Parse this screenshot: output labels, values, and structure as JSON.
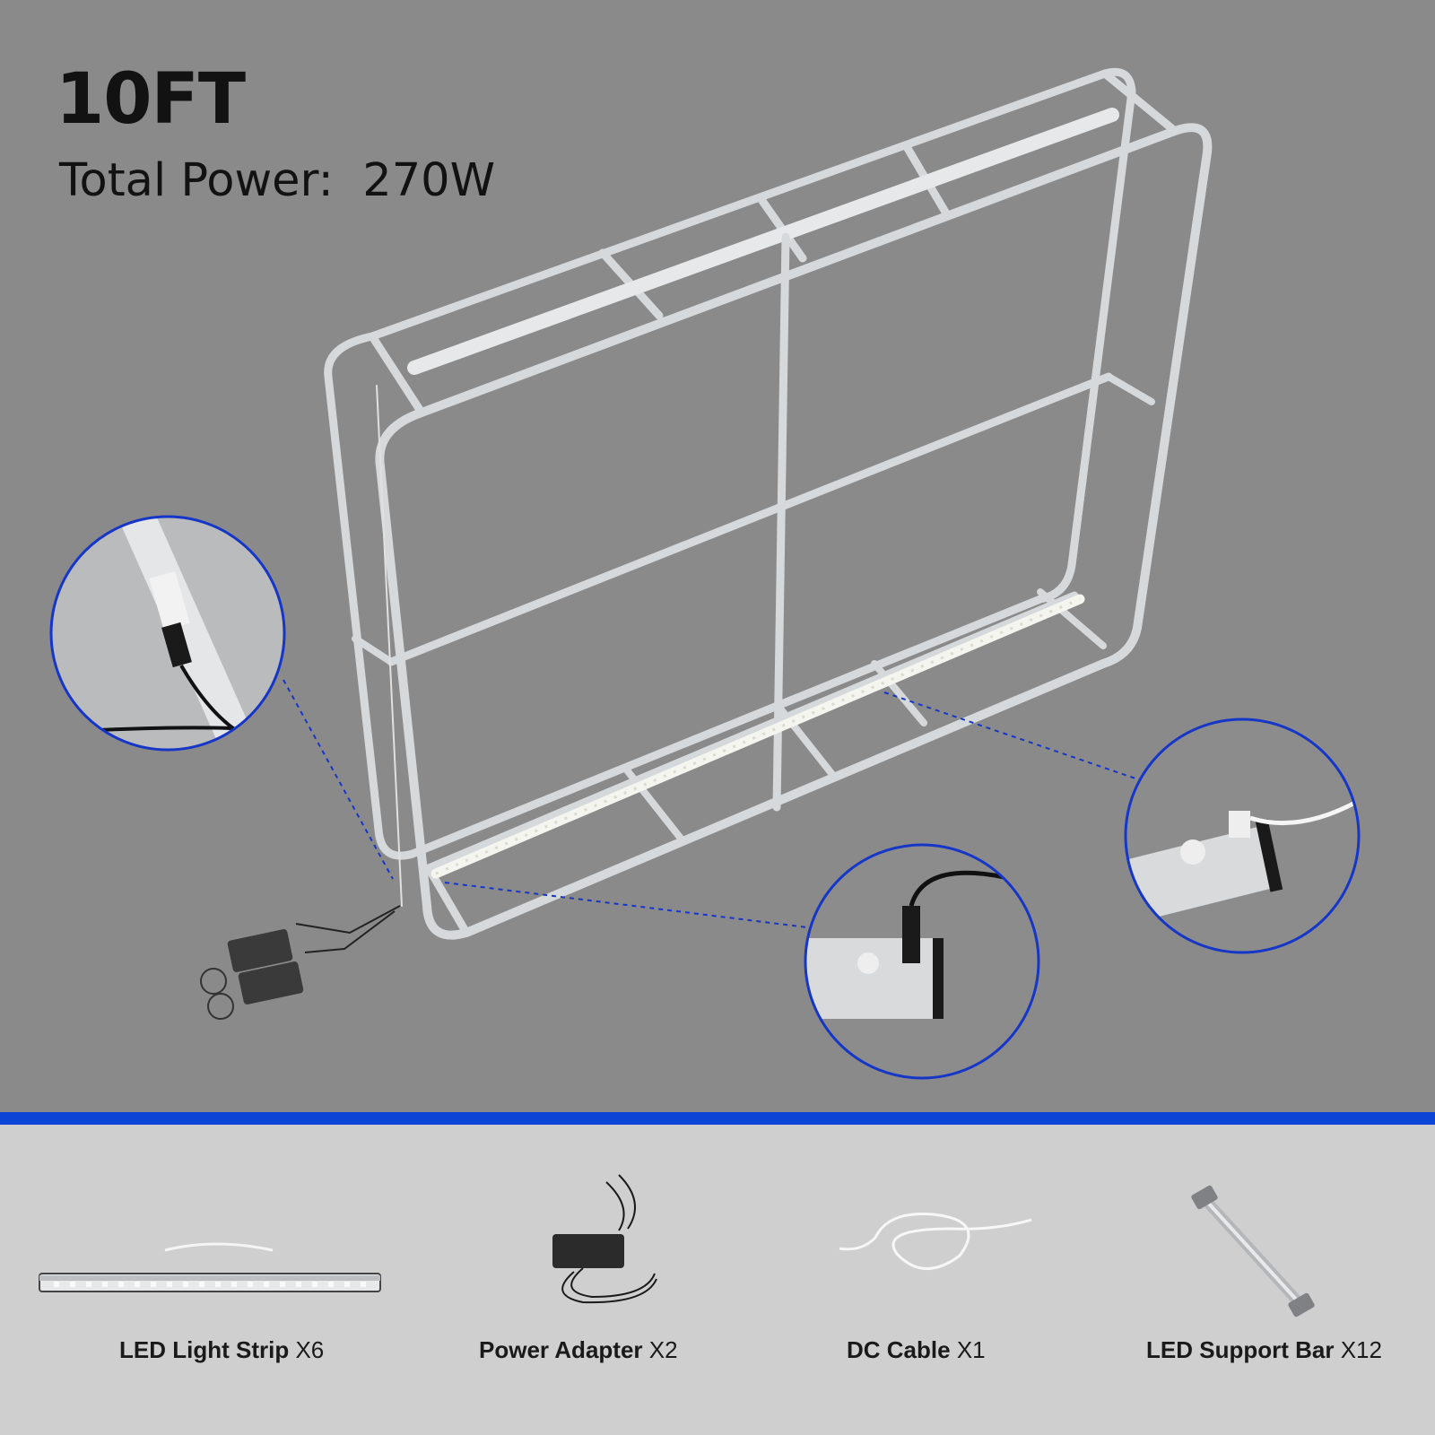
{
  "heading": {
    "title": "10FT",
    "power_label": "Total Power:",
    "power_value": "270W"
  },
  "colors": {
    "top_background": "#8a8a8a",
    "bottom_background": "#cfcfcf",
    "accent_blue": "#0b45d6",
    "frame_silver": "#d6d9dc"
  },
  "accessories": [
    {
      "name": "LED Light Strip",
      "qty": "X6",
      "icon": "led-light-strip-icon"
    },
    {
      "name": "Power Adapter",
      "qty": "X2",
      "icon": "power-adapter-icon"
    },
    {
      "name": "DC Cable",
      "qty": "X1",
      "icon": "dc-cable-icon"
    },
    {
      "name": "LED Support Bar",
      "qty": "X12",
      "icon": "led-support-bar-icon"
    }
  ]
}
